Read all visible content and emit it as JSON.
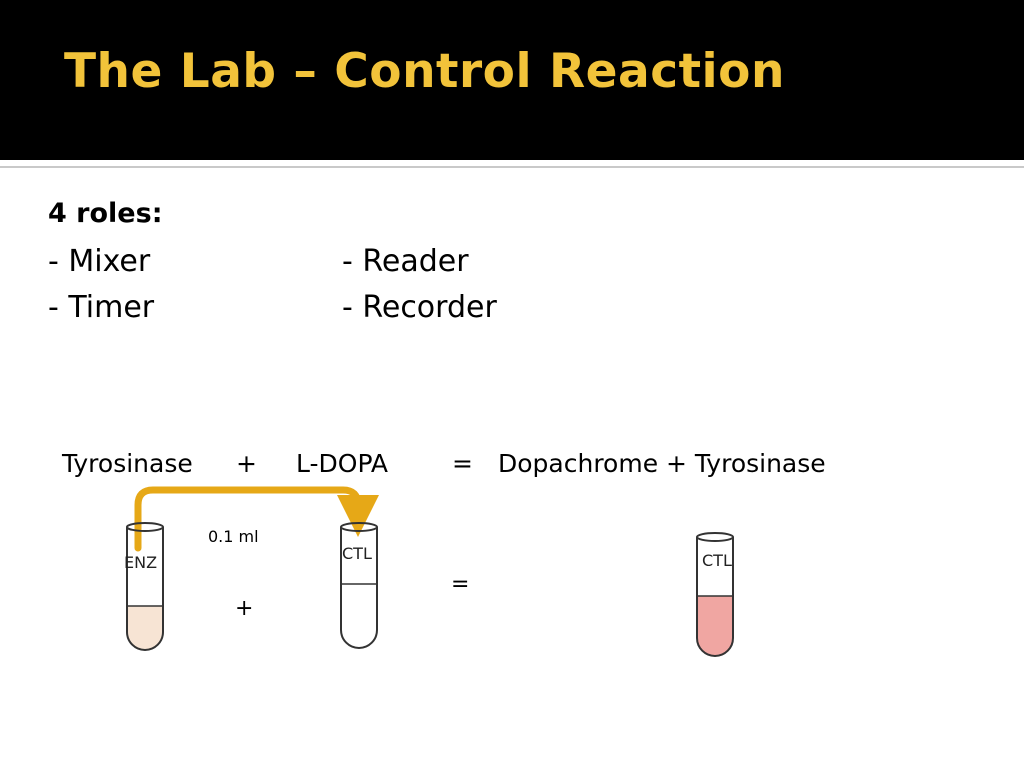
{
  "slide": {
    "title": "The Lab – Control Reaction",
    "roles_heading": "4 roles:",
    "roles": [
      "- Mixer",
      "- Reader",
      "- Timer",
      "- Recorder"
    ]
  },
  "equation": {
    "reactant1": "Tyrosinase",
    "plus": "+",
    "reactant2": "L-DOPA",
    "equals": "=",
    "product": "Dopachrome + Tyrosinase"
  },
  "diagram": {
    "transfer_volume": "0.1 ml",
    "tube_enz_label": "ENZ",
    "tube_ctl_label": "CTL",
    "tube_result_label": "CTL",
    "plus_sign": "+",
    "equals_sign": "=",
    "colors": {
      "title": "#f2c33a",
      "arrow": "#e6a817",
      "enzyme_liquid": "#f7e4d4",
      "result_liquid": "#f0a6a2"
    }
  }
}
